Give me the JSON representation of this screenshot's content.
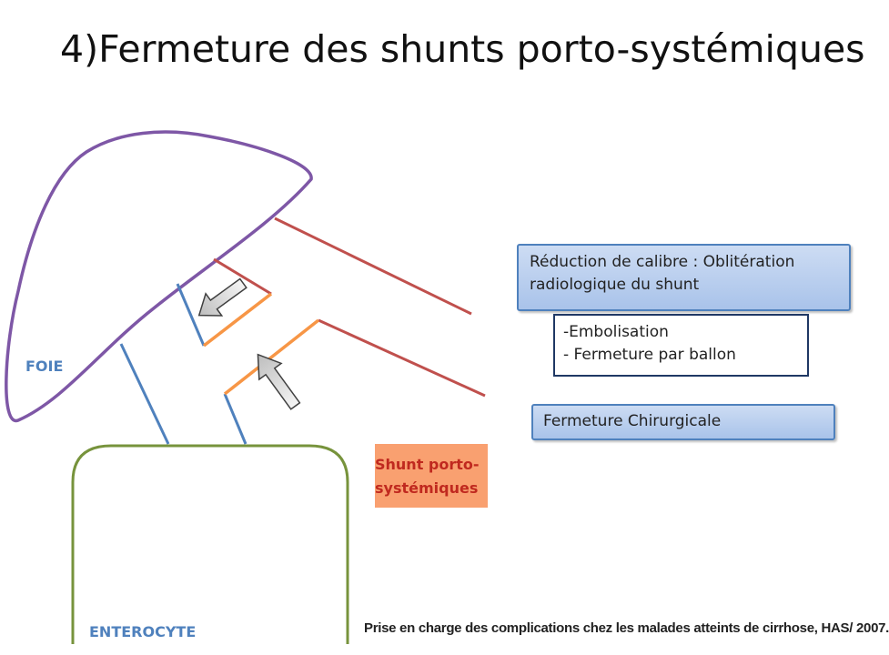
{
  "title": "4)Fermeture des shunts porto-systémiques",
  "labels": {
    "foie": "FOIE",
    "enterocyte": "ENTEROCYTE"
  },
  "boxes": {
    "reduction": "Réduction de calibre : Oblitération radiologique du shunt",
    "embolisation_line1": "-Embolisation",
    "embolisation_line2": "- Fermeture par ballon",
    "chirurgicale": "Fermeture Chirurgicale",
    "shunt_line1": "Shunt porto-",
    "shunt_line2": "systémiques"
  },
  "reference": "Prise en charge des complications chez les malades atteints de cirrhose, HAS/ 2007.",
  "colors": {
    "liver_outline": "#7e57a6",
    "enterocyte_outline": "#77933c",
    "portal_vessel": "#4f81bd",
    "systemic_vessel": "#c0504d",
    "shunt_vessel": "#f79646",
    "box_fill": "#b9cfee",
    "box_border": "#4f81bd",
    "shunt_box_fill": "#f9a070",
    "shunt_text": "#c0291f"
  }
}
